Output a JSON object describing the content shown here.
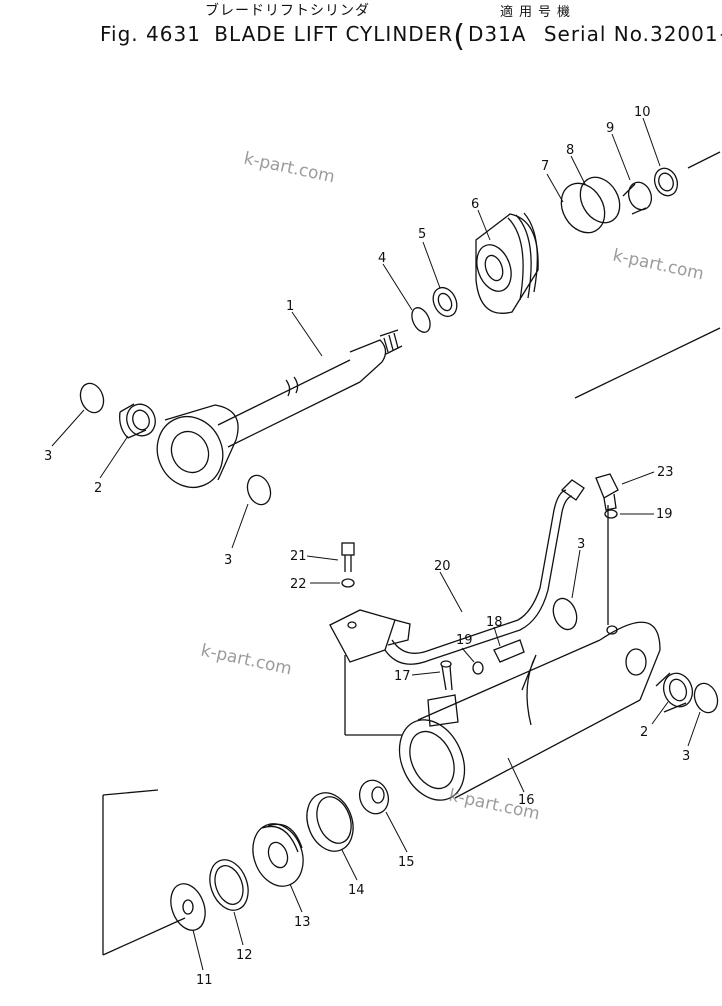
{
  "header": {
    "title_jp": "ブレードリフトシリンダ",
    "applicable_jp": "適用号機",
    "fig_label": "Fig. 4631",
    "title_en": "BLADE LIFT CYLINDER",
    "open_paren": "(",
    "model": "D31A",
    "serial": "Serial No.32001~",
    "close_paren": ")"
  },
  "watermark": "k-part.com",
  "callouts": {
    "c1": "1",
    "c2a": "2",
    "c2b": "2",
    "c3a": "3",
    "c3b": "3",
    "c3c": "3",
    "c3d": "3",
    "c4": "4",
    "c5": "5",
    "c6": "6",
    "c7": "7",
    "c8": "8",
    "c9": "9",
    "c10": "10",
    "c11": "11",
    "c12": "12",
    "c13": "13",
    "c14": "14",
    "c15": "15",
    "c16": "16",
    "c17": "17",
    "c18": "18",
    "c19a": "19",
    "c19b": "19",
    "c20": "20",
    "c21": "21",
    "c22": "22",
    "c23": "23"
  }
}
